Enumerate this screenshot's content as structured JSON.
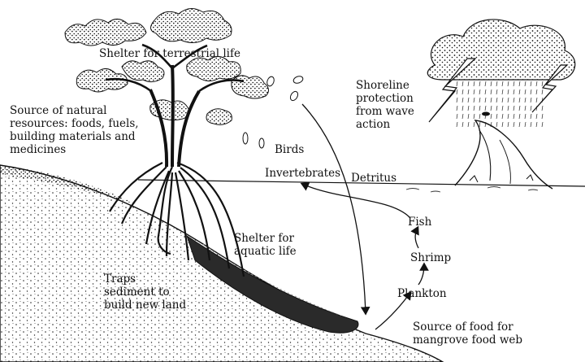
{
  "labels": {
    "shelter_terrestrial": "Shelter for terrestrial life",
    "natural_resources": [
      "Source of natural",
      "resources: foods, fuels,",
      "building materials and",
      "medicines"
    ],
    "birds": "Birds",
    "invertebrates": "Invertebrates",
    "detritus": "Detritus",
    "shoreline": [
      "Shoreline",
      "protection",
      "from wave",
      "action"
    ],
    "fish": "Fish",
    "shrimp": "Shrimp",
    "plankton": "Plankton",
    "shelter_aquatic": [
      "Shelter for",
      "aquatic life"
    ],
    "traps_sediment": [
      "Traps",
      "sediment to",
      "build new land"
    ],
    "food_source": [
      "Source of food for",
      "mangrove food web"
    ]
  },
  "colors": {
    "ink": "#111111",
    "background": "#ffffff"
  },
  "icons": [
    "mangrove-tree-illustration",
    "storm-cloud-icon",
    "lightning-bolt-icon",
    "wave-icon"
  ]
}
